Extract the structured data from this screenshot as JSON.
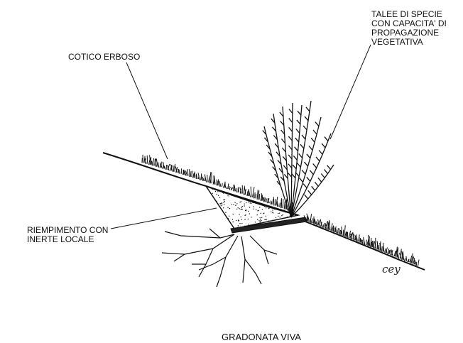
{
  "labels": {
    "cotico": "COTICO ERBOSO",
    "talee": "TALEE DI SPECIE\nCON CAPACITA' DI\nPROPAGAZIONE\nVEGETATIVA",
    "riempimento": "RIEMPIMENTO CON\nINERTE LOCALE",
    "title": "GRADONATA VIVA",
    "signature": "cey"
  }
}
